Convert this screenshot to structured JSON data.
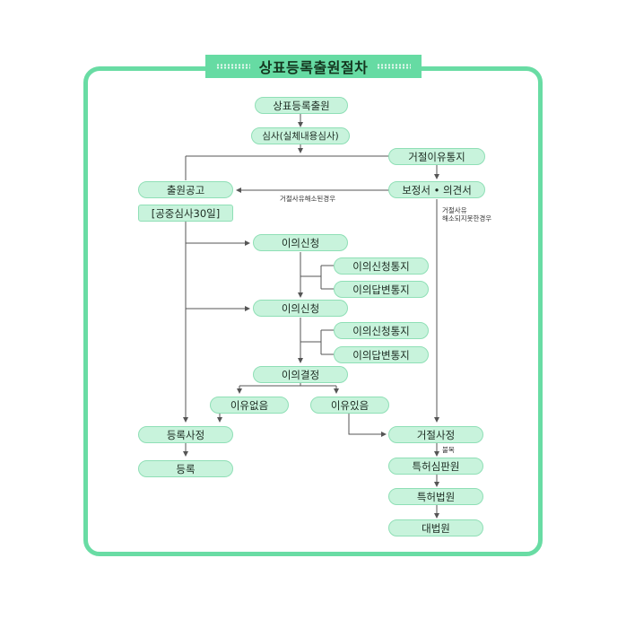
{
  "title": "상표등록출원절차",
  "nodes": {
    "application": "상표등록출원",
    "examination": "심사(실체내용심사)",
    "rejection_notice": "거절이유통지",
    "publication": "출원공고",
    "publication_period": "[공중심사30일]",
    "amendment": "보정서 • 의견서",
    "opposition_1": "이의신청",
    "opposition_notice_1": "이의신청통지",
    "answer_notice_1": "이의답변통지",
    "opposition_2": "이의신청",
    "opposition_notice_2": "이의신청통지",
    "answer_notice_2": "이의답변통지",
    "opposition_decision": "이의결정",
    "no_grounds": "이유없음",
    "grounds": "이유있음",
    "registration_decision": "등록사정",
    "registration": "등록",
    "rejection_decision": "거절사정",
    "patent_trial": "특허심판원",
    "patent_court": "특허법원",
    "supreme_court": "대법원"
  },
  "notes": {
    "resolved": "거절사유해소된경우",
    "not_resolved_1": "거절사유",
    "not_resolved_2": "해소되지못한경우",
    "appeal": "불복"
  },
  "colors": {
    "accent": "#66dba3",
    "node_fill": "#c8f3dc",
    "node_border": "#8fdfb6",
    "line": "#555555"
  }
}
